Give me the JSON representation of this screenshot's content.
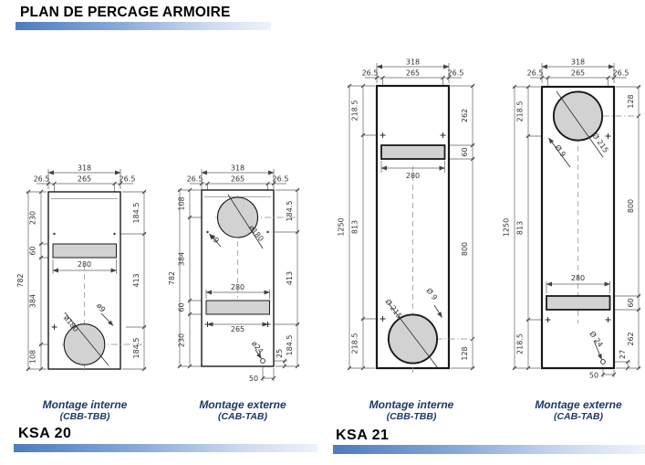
{
  "title": "PLAN DE PERCAGE ARMOIRE",
  "sections": [
    {
      "label": "KSA 20"
    },
    {
      "label": "KSA 21"
    }
  ],
  "captions": {
    "interne1": "Montage interne",
    "interne2": "(CBB-TBB)",
    "externe1": "Montage externe",
    "externe2": "(CAB-TAB)"
  },
  "colors": {
    "accent_blue": "#4c7cbf",
    "accent_light": "#eef3fa",
    "hole_fill": "#d2d2d2",
    "caption_navy": "#1f3864",
    "line_dark": "#1a1a1a",
    "dim_text": "#333333"
  },
  "d1": {
    "w": "318",
    "m_l": "26.5",
    "w_in": "265",
    "m_r": "26.5",
    "h": "782",
    "left": [
      "230",
      "60",
      "384",
      "108"
    ],
    "right": [
      "184.5",
      "413",
      "184.5"
    ],
    "slot": "280",
    "big": "ø180",
    "small": "ø9"
  },
  "d2": {
    "w": "318",
    "m_l": "26.5",
    "w_in": "265",
    "m_r": "26.5",
    "h": "782",
    "left": [
      "108",
      "384",
      "60",
      "230"
    ],
    "right": [
      "184.5",
      "413",
      "184.5"
    ],
    "off_v": "25",
    "holes_in": "265",
    "slot": "280",
    "big": "ø180",
    "small": "ø9",
    "gland": "ø24",
    "gland_x": "50"
  },
  "d3": {
    "w": "318",
    "m_l": "26.5",
    "w_in": "265",
    "m_r": "26.5",
    "h": "1250",
    "left": [
      "218.5",
      "813",
      "218.5"
    ],
    "right": [
      "262",
      "60",
      "800",
      "128"
    ],
    "slot": "280",
    "big": "Ø 215",
    "small": "Ø 9"
  },
  "d4": {
    "w": "318",
    "m_l": "26.5",
    "w_in": "265",
    "m_r": "26.5",
    "h": "1250",
    "left": [
      "218.5",
      "813",
      "218.5"
    ],
    "right": [
      "128",
      "800",
      "60",
      "262"
    ],
    "off_v": "27",
    "slot": "280",
    "big": "Ø 215",
    "small": "Ø 9",
    "gland": "Ø 24",
    "gland_x": "50"
  }
}
